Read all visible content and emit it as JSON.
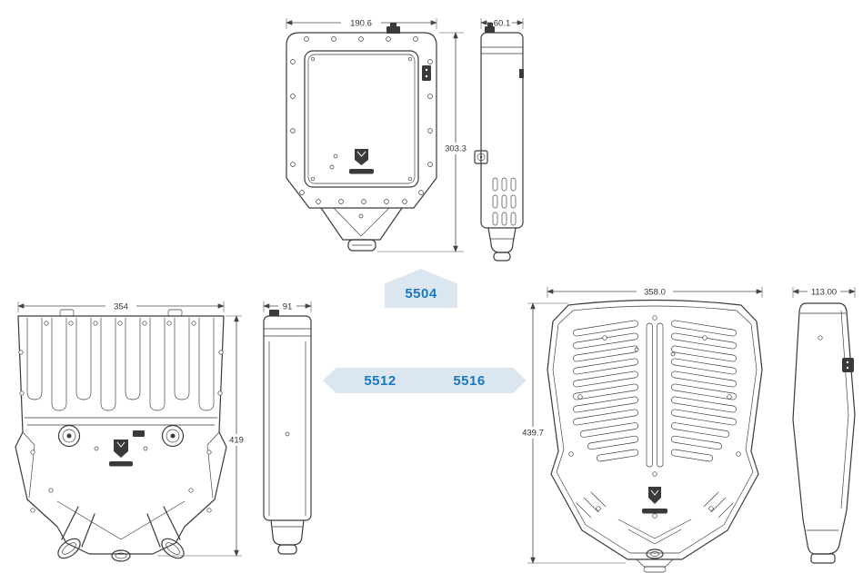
{
  "products": [
    {
      "id": "5504",
      "label": "5504",
      "front_width": "190.6",
      "front_height": "303.3",
      "side_width": "60.1"
    },
    {
      "id": "5512",
      "label": "5512",
      "front_width": "354",
      "front_height": "419",
      "side_width": "91"
    },
    {
      "id": "5516",
      "label": "5516",
      "front_width": "358.0",
      "front_height": "439.7",
      "side_width": "113.00"
    }
  ],
  "colors": {
    "line": "#3a3a3a",
    "dim_line": "#4a4a4a",
    "dim_text": "#333333",
    "banner_bg": "#dbe6f1",
    "banner_text": "#1878bf",
    "background": "#ffffff"
  }
}
